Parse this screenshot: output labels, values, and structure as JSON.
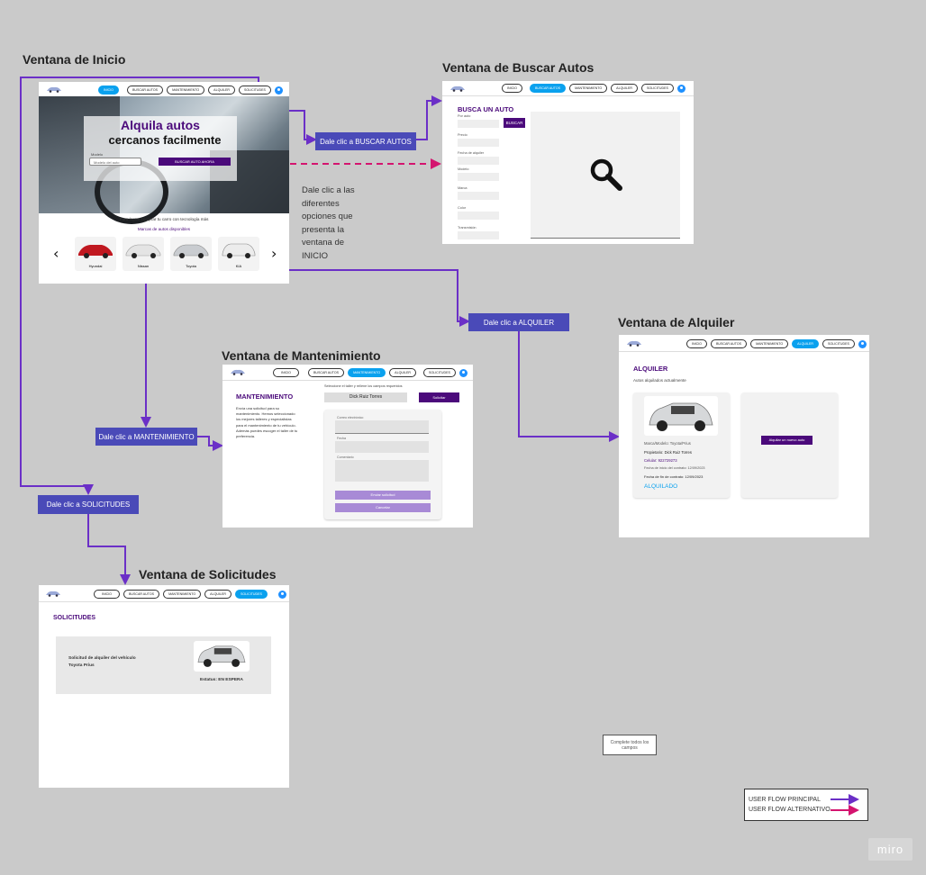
{
  "canvas": {
    "note": "Complete todos los campos",
    "legend": {
      "principal": "USER FLOW PRINCIPAL",
      "alternativo": "USER FLOW ALTERNATIVO"
    },
    "watermark": "miro",
    "colors": {
      "principal": "#6b2fc7",
      "alternativo": "#d4146f",
      "label_bg": "#4a4ab8"
    },
    "annotation": "Dale clic a las diferentes opciones que presenta la ventana de INICIO"
  },
  "titles": {
    "inicio": "Ventana de Inicio",
    "buscar": "Ventana de Buscar Autos",
    "alquiler": "Ventana de Alquiler",
    "mantenimiento": "Ventana de Mantenimiento",
    "solicitudes": "Ventana de Solicitudes"
  },
  "labels": {
    "buscar": "Dale clic a BUSCAR AUTOS",
    "alquiler": "Dale clic a ALQUILER",
    "mantenimiento": "Dale clic a MANTENIMIENTO",
    "solicitudes": "Dale clic a SOLICITUDES"
  },
  "nav": {
    "inicio": "INICIO",
    "buscar": "BUSCAR AUTOS",
    "mantenimiento": "MANTENIMIENTO",
    "alquiler": "ALQUILER",
    "solicitudes": "SOLICITUDES"
  },
  "inicio": {
    "hero_line1": "Alquila autos",
    "hero_line2": "cercanos facilmente",
    "input_label": "Modelo",
    "input_value": "Modelo del auto",
    "button": "BUSCAR AUTO AHORA",
    "tagline": "Para lograr comprar tu carro con tecnología más",
    "brands_title": "Marcas de autos disponibles",
    "cars": [
      "Hyundai",
      "Nissan",
      "Toyota",
      "KIA"
    ],
    "prev_icon": "chevron-left-icon",
    "next_icon": "chevron-right-icon"
  },
  "buscar": {
    "heading": "BUSCA UN AUTO",
    "button": "BUSCAR",
    "fields": [
      "Por auto",
      "Precio",
      "Fecha de alquiler",
      "Modelo",
      "Marca",
      "Color",
      "Transmisión"
    ],
    "result_icon": "search-icon"
  },
  "alquiler": {
    "heading": "ALQUILER",
    "subheading": "Autos alquilados actualmente",
    "car_line": "Marca/Modelo: Toyota/Prius",
    "owner": "Propietario: Dick Ruiz Torres",
    "phone": "Celular: 922729273",
    "start_date": "Fecha de inicio del contrato: 12/09/2023",
    "end_date": "Fecha de fin de contrato: 12/09/2023",
    "status": "ALQUILADO",
    "new_button": "Alquilar un nuevo auto"
  },
  "mantenimiento": {
    "heading": "MANTENIMIENTO",
    "top_text": "Seleccione el taller y rellene los campos requeridos",
    "name": "Dick Ruiz Torres",
    "button": "Solicitar",
    "desc": "Envía una solicitud para su mantenimiento. Hemos seleccionado los mejores talleres y especialistas para el mantenimiento de tu vehículo. Además puedes escoger el taller de tu preferencia.",
    "fields": [
      "Correo electrónico",
      "Fecha",
      "Comentario"
    ],
    "submit": "Enviar solicitud",
    "cancel": "Cancelar"
  },
  "solicitudes": {
    "heading": "SOLICITUDES",
    "text": "Solicitud de alquiler del vehículo Toyota Prius",
    "status": "Estatus: EN ESPERA"
  }
}
